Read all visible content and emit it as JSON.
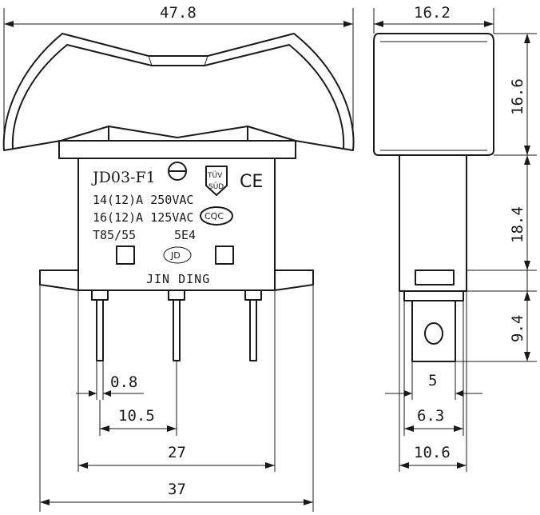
{
  "dimensions": {
    "overall_width": "47.8",
    "side_width": "16.2",
    "actuator_height": "16.6",
    "body_height": "18.4",
    "terminal_length": "9.4",
    "terminal_width": "0.8",
    "terminal_pitch": "10.5",
    "terminal_span": "27",
    "flange_width": "37",
    "tab_width": "5",
    "tab_width_outer": "6.3",
    "side_base_width": "10.6"
  },
  "label": {
    "model": "JD03-F1",
    "rating_1": "14(12)A  250VAC",
    "rating_2": "16(12)A  125VAC",
    "temp": "T85/55",
    "code": "5E4",
    "brand": "JIN DING"
  },
  "logos": {
    "tuv_top": "TÜV",
    "tuv_bottom": "SÜD",
    "ce": "CE",
    "cqc": "CQC",
    "jd": "JD"
  }
}
